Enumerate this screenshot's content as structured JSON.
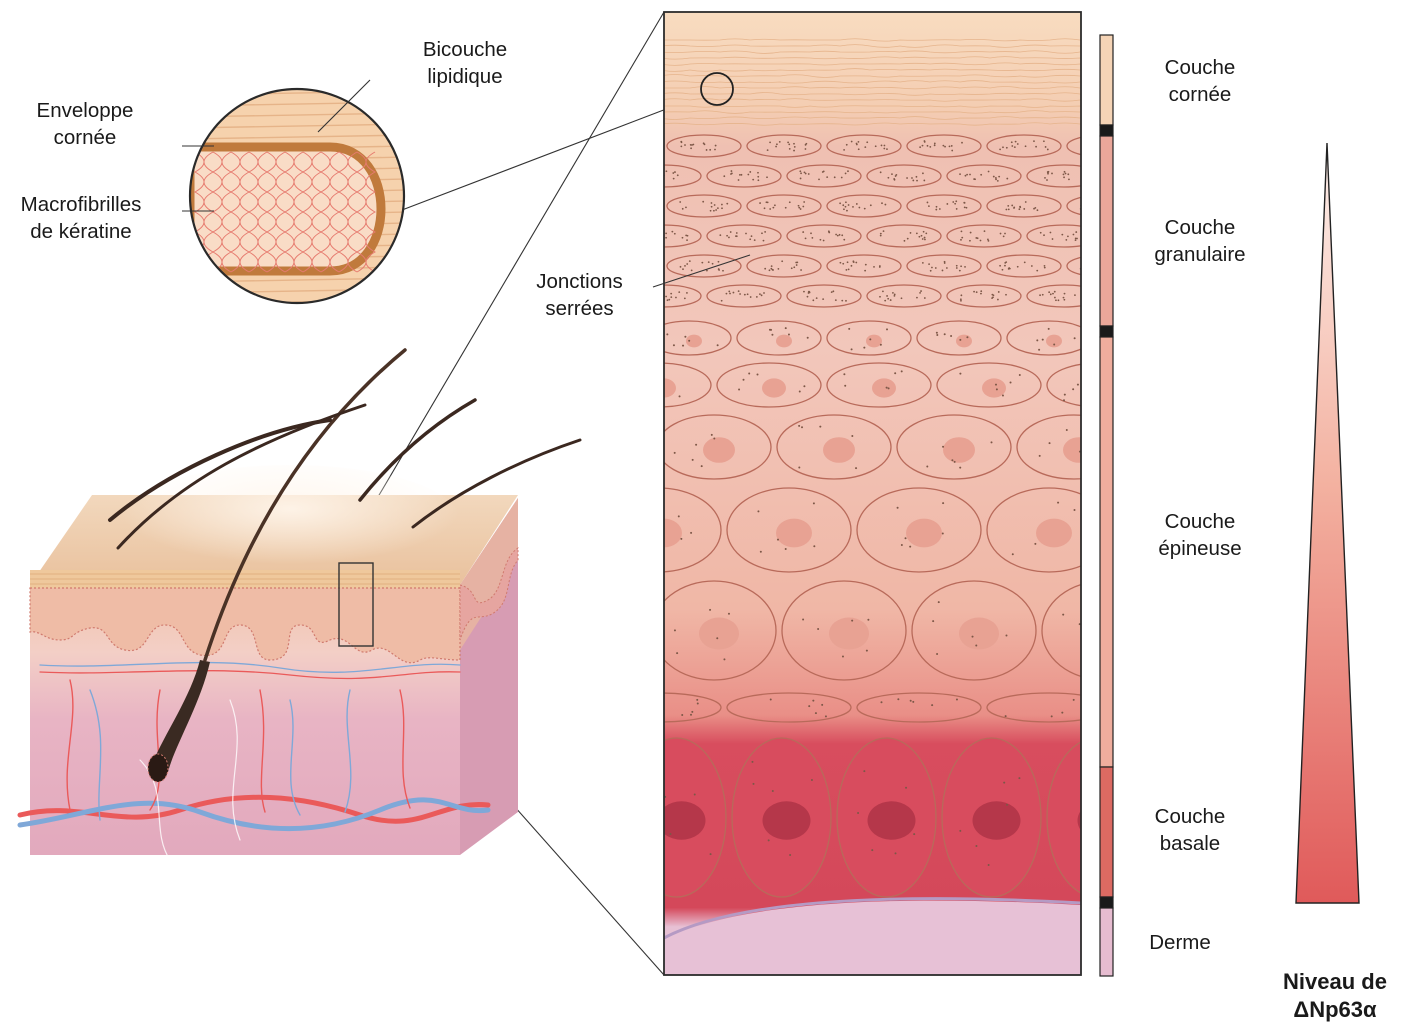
{
  "inset": {
    "bilayer": [
      "Bicouche",
      "lipidique"
    ],
    "envelope": [
      "Enveloppe",
      "cornée"
    ],
    "keratin": [
      "Macrofibrilles",
      "de kératine"
    ]
  },
  "tight_junctions": [
    "Jonctions",
    "serrées"
  ],
  "layers": [
    {
      "lines": [
        "Couche",
        "cornée"
      ],
      "color": "#f5d4b6"
    },
    {
      "lines": [
        "Couche",
        "granulaire"
      ],
      "color": "#eaa79a"
    },
    {
      "lines": [
        "Couche",
        "épineuse"
      ],
      "color": "#efad9d"
    },
    {
      "lines": [
        "Couche",
        "basale"
      ],
      "color": "#dc6a62"
    },
    {
      "lines": [
        "Derme"
      ],
      "color": "#e6bcd0"
    }
  ],
  "gradient_label": [
    "Niveau de",
    "ΔNp63α"
  ],
  "colors": {
    "corneum": "#f6d9ba",
    "spinous": "#efb6a3",
    "basal": "#d44a5a",
    "dermis": "#e7c1d6",
    "triangle_top": "#fbe4dc",
    "triangle_bottom": "#e05b5b"
  }
}
